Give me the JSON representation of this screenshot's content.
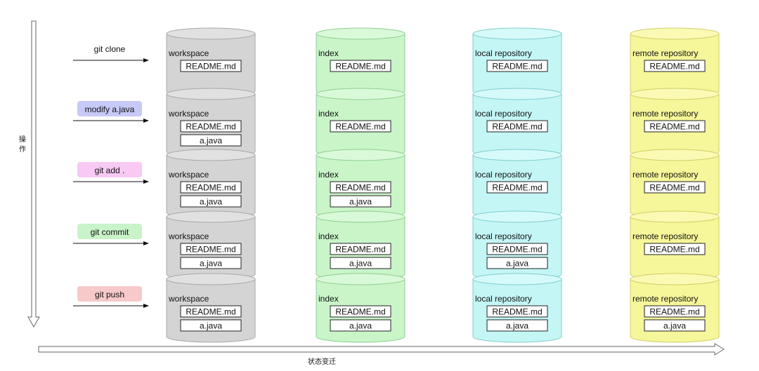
{
  "axes": {
    "vertical_label": "操作",
    "horizontal_label": "状态变迁"
  },
  "stores": [
    {
      "id": "workspace",
      "label": "workspace",
      "fill": "#d4d4d4",
      "stroke": "#a8a8a8",
      "top_fill": "#e1e1e1"
    },
    {
      "id": "index",
      "label": "index",
      "fill": "#c9f5c9",
      "stroke": "#8fce8f",
      "top_fill": "#d9f9d9"
    },
    {
      "id": "local",
      "label": "local repository",
      "fill": "#c4f6f6",
      "stroke": "#82cccc",
      "top_fill": "#d6fafa"
    },
    {
      "id": "remote",
      "label": "remote repository",
      "fill": "#f6f69a",
      "stroke": "#cfcf6a",
      "top_fill": "#fafab4"
    }
  ],
  "steps": [
    {
      "operation": "git clone",
      "op_color": "",
      "files": [
        [
          "README.md"
        ],
        [
          "README.md"
        ],
        [
          "README.md"
        ],
        [
          "README.md"
        ]
      ]
    },
    {
      "operation": "modify a.java",
      "op_color": "#c7c9f7",
      "files": [
        [
          "README.md",
          "a.java"
        ],
        [
          "README.md"
        ],
        [
          "README.md"
        ],
        [
          "README.md"
        ]
      ]
    },
    {
      "operation": "git add .",
      "op_color": "#f7c9f3",
      "files": [
        [
          "README.md",
          "a.java"
        ],
        [
          "README.md",
          "a.java"
        ],
        [
          "README.md"
        ],
        [
          "README.md"
        ]
      ]
    },
    {
      "operation": "git commit",
      "op_color": "#c9f3c9",
      "files": [
        [
          "README.md",
          "a.java"
        ],
        [
          "README.md",
          "a.java"
        ],
        [
          "README.md",
          "a.java"
        ],
        [
          "README.md"
        ]
      ]
    },
    {
      "operation": "git push",
      "op_color": "#f7c9c9",
      "files": [
        [
          "README.md",
          "a.java"
        ],
        [
          "README.md",
          "a.java"
        ],
        [
          "README.md",
          "a.java"
        ],
        [
          "README.md",
          "a.java"
        ]
      ]
    }
  ]
}
